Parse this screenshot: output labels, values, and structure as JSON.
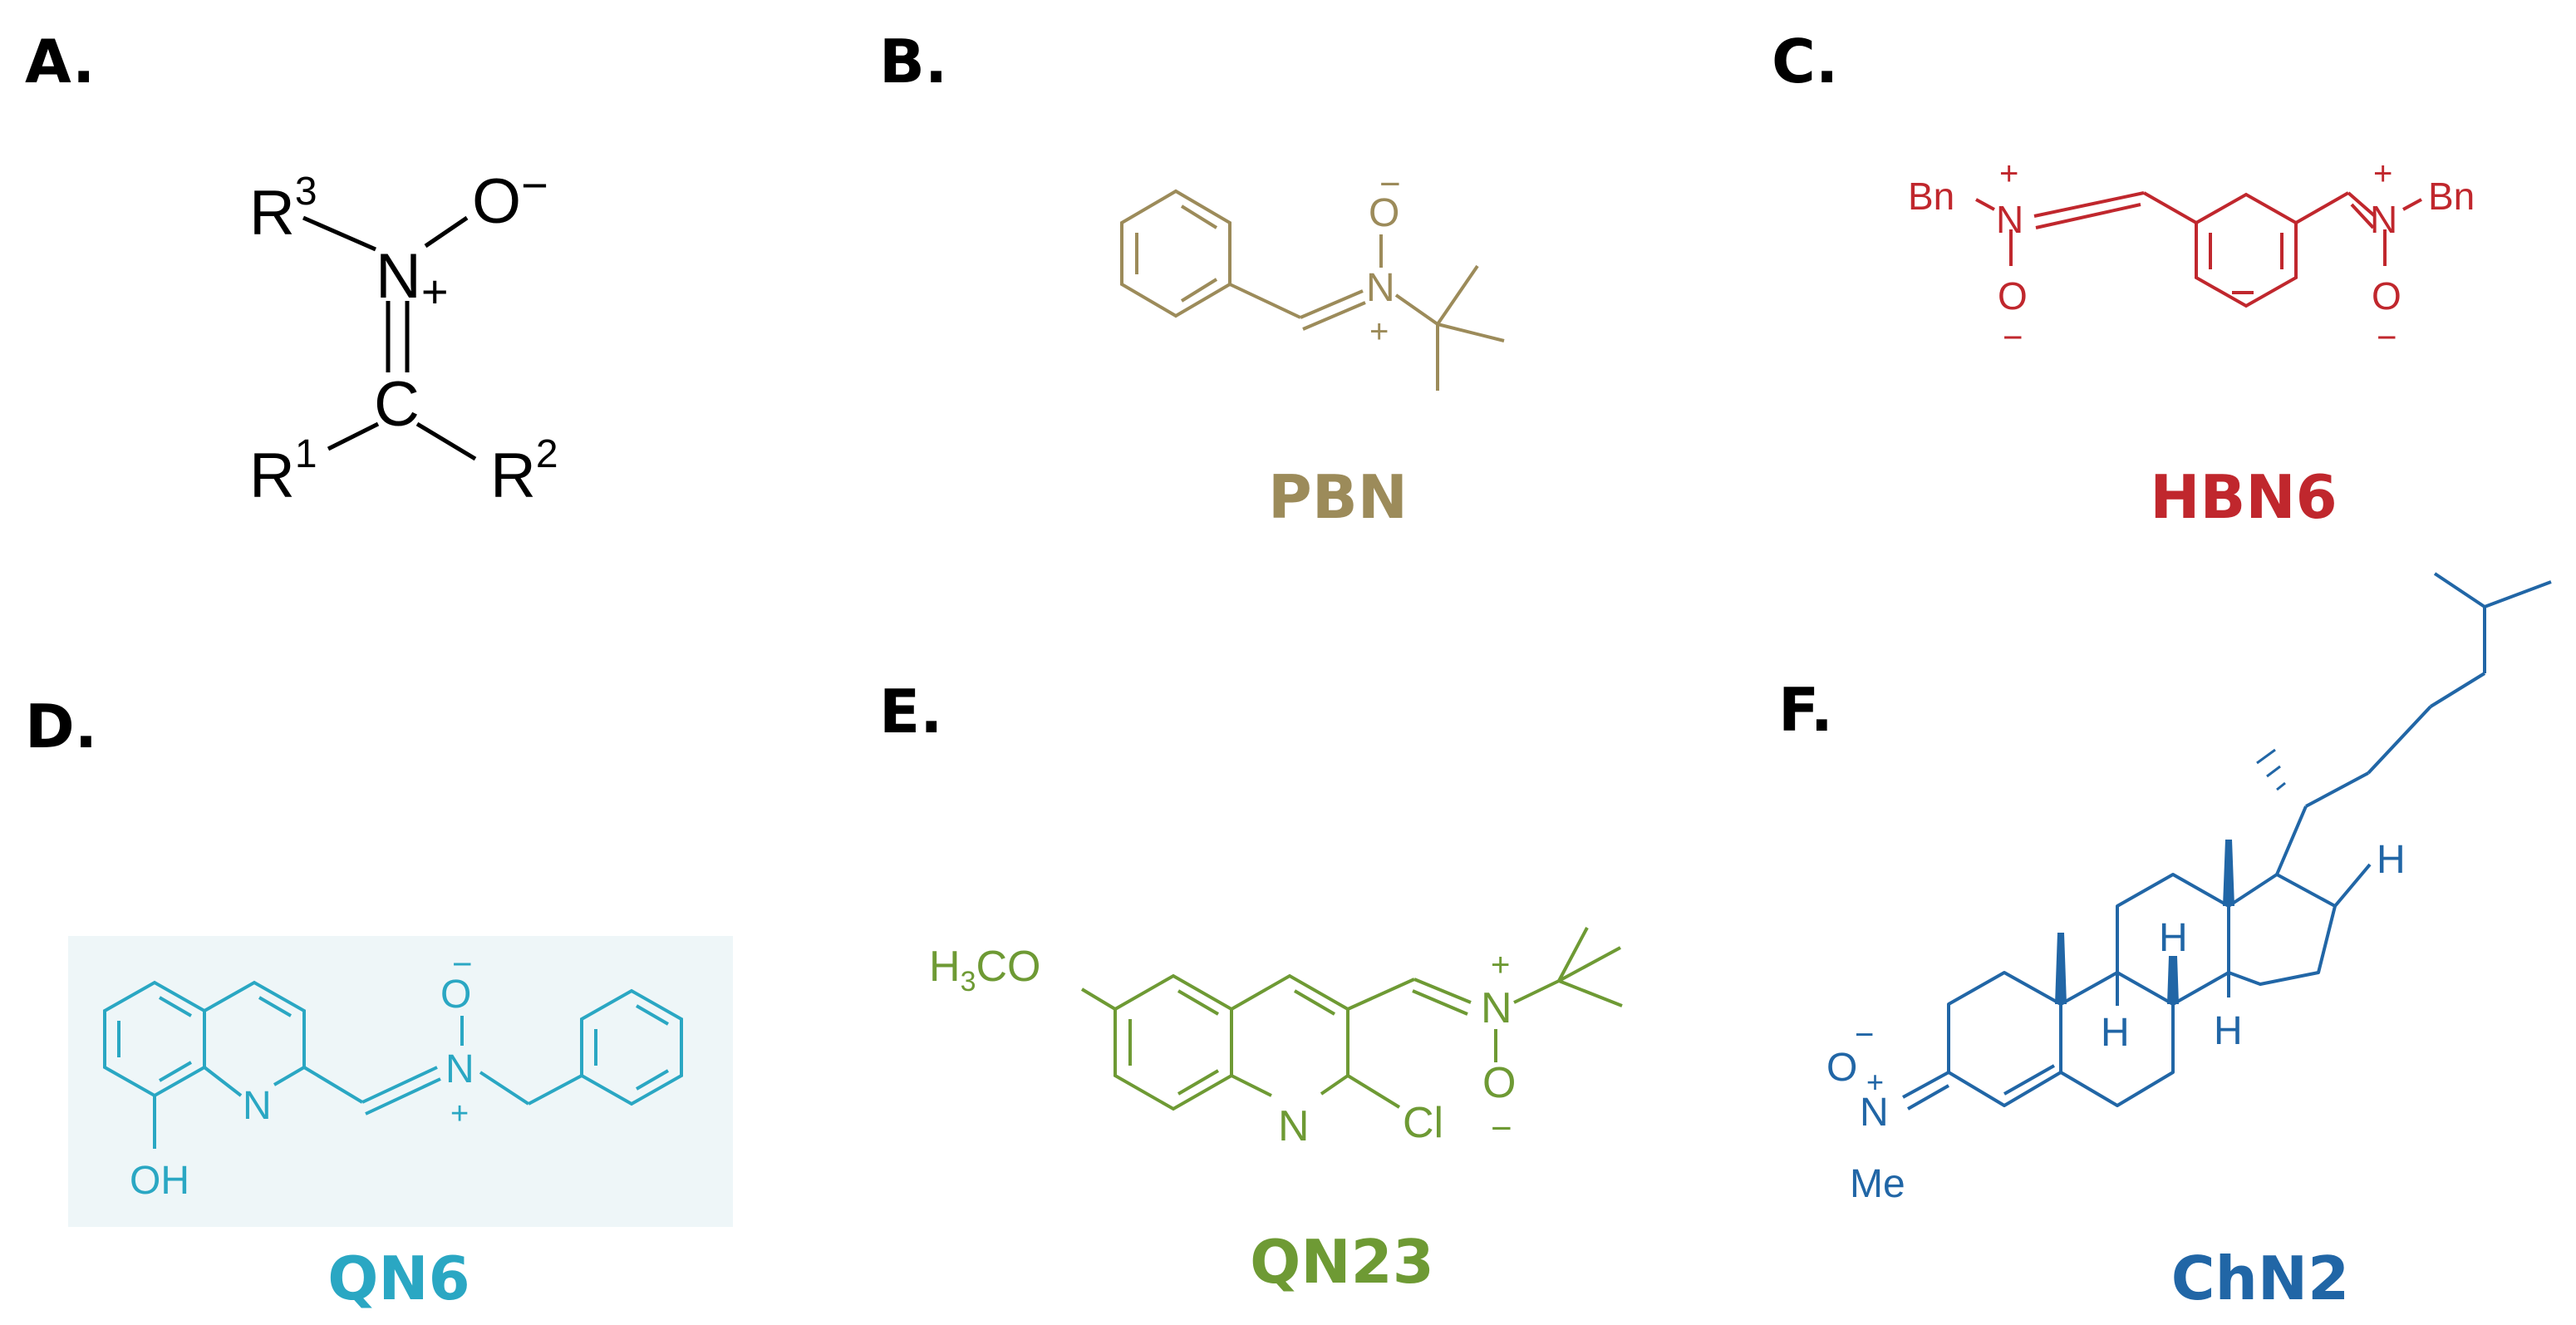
{
  "panels": {
    "a": {
      "label": "A."
    },
    "b": {
      "label": "B.",
      "name": "PBN",
      "color": "#9c8b5a"
    },
    "c": {
      "label": "C.",
      "name": "HBN6",
      "color": "#c0272d"
    },
    "d": {
      "label": "D.",
      "name": "QN6",
      "color": "#2aa7c3"
    },
    "e": {
      "label": "E.",
      "name": "QN23",
      "color": "#6e9a34"
    },
    "f": {
      "label": "F.",
      "name": "ChN2",
      "color": "#2166a6"
    }
  },
  "atoms": {
    "a": {
      "r3": "R",
      "r3_sup": "3",
      "o": "O",
      "o_charge": "−",
      "n": "N",
      "n_charge": "+",
      "c": "C",
      "r1": "R",
      "r1_sup": "1",
      "r2": "R",
      "r2_sup": "2"
    },
    "b": {
      "o": "O",
      "minus": "−",
      "n": "N",
      "plus": "+"
    },
    "c": {
      "bn_left": "Bn",
      "bn_right": "Bn",
      "n": "N",
      "o": "O",
      "plus": "+",
      "minus": "−"
    },
    "d": {
      "o": "O",
      "minus": "−",
      "n": "N",
      "plus": "+",
      "ring_n": "N",
      "oh": "OH"
    },
    "e": {
      "h3co_h": "H",
      "h3co_sub": "3",
      "h3co_co": "CO",
      "n": "N",
      "plus": "+",
      "o": "O",
      "minus": "−",
      "ring_n": "N",
      "cl": "Cl"
    },
    "f": {
      "o": "O",
      "minus": "−",
      "n": "N",
      "plus": "+",
      "me": "Me",
      "h": "H"
    }
  }
}
